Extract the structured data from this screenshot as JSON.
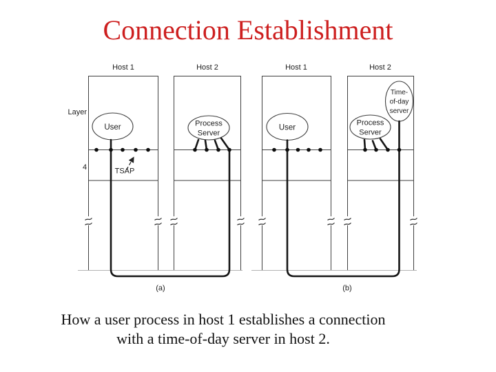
{
  "title": "Connection Establishment",
  "colors": {
    "title": "#cd1f1f"
  },
  "caption": {
    "line1": "How a user process in host 1 establishes a connection",
    "line2": "with a time-of-day server in host 2."
  },
  "diagram": {
    "panel_a": {
      "host1_label": "Host 1",
      "host2_label": "Host 2",
      "layer_label": "Layer",
      "layer4_label": "4",
      "user_label": "User",
      "server_label_line1": "Process",
      "server_label_line2": "Server",
      "tsap_label": "TSAP",
      "panel_label": "(a)"
    },
    "panel_b": {
      "host1_label": "Host 1",
      "host2_label": "Host 2",
      "user_label": "User",
      "server_label_line1": "Process",
      "server_label_line2": "Server",
      "tod_label_line1": "Time-",
      "tod_label_line2": "of-day",
      "tod_label_line3": "server",
      "panel_label": "(b)"
    }
  }
}
